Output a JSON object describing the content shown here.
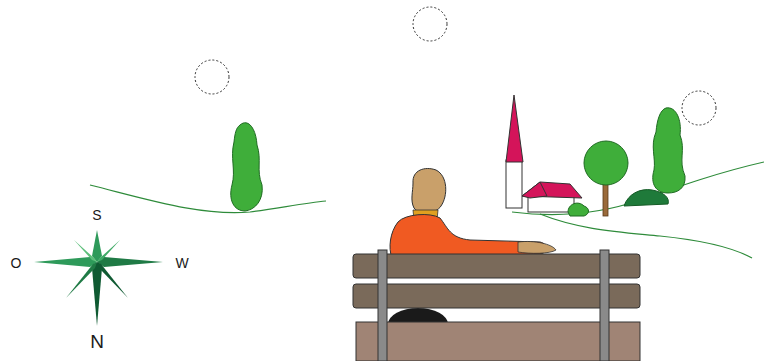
{
  "diagram": {
    "labels": [
      "S",
      "O",
      "W",
      "N"
    ]
  }
}
